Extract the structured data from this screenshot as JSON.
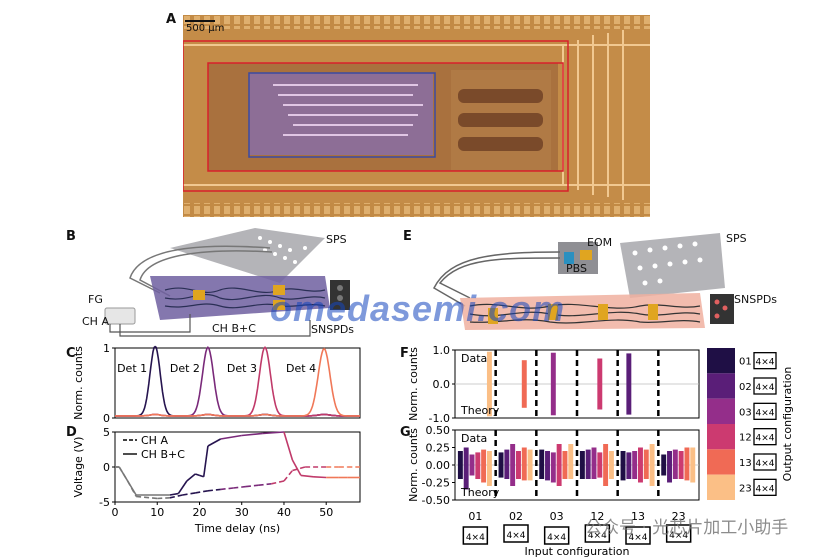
{
  "panels": {
    "A": {
      "label": "A",
      "scalebar": "500 µm"
    },
    "B": {
      "label": "B",
      "sps": "SPS",
      "fg": "FG",
      "cha": "CH A",
      "chbc": "CH B+C",
      "snspds": "SNSPDs"
    },
    "C": {
      "label": "C",
      "ylabel": "Norm. counts",
      "dets": [
        "Det 1",
        "Det 2",
        "Det 3",
        "Det 4"
      ]
    },
    "D": {
      "label": "D",
      "ylabel": "Voltage (V)",
      "xlabel": "Time delay (ns)",
      "legend": [
        "CH A",
        "CH B+C"
      ]
    },
    "E": {
      "label": "E",
      "eom": "EOM",
      "pbs": "PBS",
      "sps": "SPS",
      "snspds": "SNSPDs"
    },
    "F": {
      "label": "F",
      "ylabel": "Norm. counts",
      "data": "Data",
      "theory": "Theory"
    },
    "G": {
      "label": "G",
      "ylabel": "Norm. counts",
      "data": "Data",
      "theory": "Theory",
      "xlabel": "Input configuration"
    },
    "colorbar": {
      "label": "Output configuration",
      "box": "4×4"
    }
  },
  "watermark": "omedasemi.com",
  "watermark2": "公众号 · 光芯片加工小助手",
  "chart_data": [
    {
      "type": "line",
      "panel": "C",
      "ylabel": "Norm. counts",
      "ylim": [
        0,
        1
      ],
      "xlim": [
        0,
        58
      ],
      "yticks": [
        0,
        1
      ],
      "series": [
        {
          "name": "Det 1",
          "color": "#26144f",
          "center": 9.5,
          "width": 1.2,
          "peak": 1.0
        },
        {
          "name": "Det 2",
          "color": "#7a2a7a",
          "center": 22,
          "width": 1.3,
          "peak": 0.98
        },
        {
          "name": "Det 3",
          "color": "#c03a6a",
          "center": 35.5,
          "width": 1.3,
          "peak": 0.98
        },
        {
          "name": "Det 4",
          "color": "#f07858",
          "center": 49.5,
          "width": 1.4,
          "peak": 0.96
        }
      ]
    },
    {
      "type": "line",
      "panel": "D",
      "ylabel": "Voltage (V)",
      "xlabel": "Time delay (ns)",
      "ylim": [
        -5,
        5
      ],
      "xlim": [
        0,
        58
      ],
      "yticks": [
        -5,
        0,
        5
      ],
      "xticks": [
        0,
        10,
        20,
        30,
        40,
        50
      ],
      "series": [
        {
          "name": "CH A",
          "style": "dashed",
          "x": [
            0,
            1,
            3,
            5,
            10,
            13,
            16,
            19,
            22,
            25,
            28,
            31,
            34,
            37,
            40,
            42,
            45,
            50,
            53,
            55,
            58
          ],
          "y": [
            0,
            0,
            -2,
            -4.2,
            -4.5,
            -4.4,
            -4,
            -3.7,
            -3.4,
            -3.2,
            -3,
            -2.8,
            -2.6,
            -2.4,
            -2,
            -0.5,
            0,
            0,
            0,
            0,
            0
          ]
        },
        {
          "name": "CH B+C",
          "style": "solid",
          "x": [
            0,
            1,
            3,
            5,
            13,
            15,
            17,
            19,
            20,
            21,
            22,
            25,
            30,
            35,
            40,
            42,
            44,
            47,
            50,
            53,
            55,
            58
          ],
          "y": [
            0,
            0,
            -2,
            -4,
            -4,
            -3.8,
            -2,
            -1,
            -1.2,
            -1.4,
            3,
            4,
            4.5,
            4.8,
            5,
            1,
            -1.2,
            -1.4,
            -1.5,
            -1.5,
            -1.5,
            -1.5
          ]
        }
      ]
    },
    {
      "type": "bar",
      "panel": "F",
      "ylabel": "Norm. counts",
      "ylim": [
        -1.0,
        1.0
      ],
      "yticks": [
        -1.0,
        0.0,
        1.0
      ],
      "categories": [
        "01",
        "02",
        "03",
        "12",
        "13",
        "23"
      ],
      "series": [
        {
          "name": "01",
          "values": [
            0.0,
            0.0,
            0.0,
            0.0,
            0.0,
            0.0
          ],
          "theory": [
            0.0,
            0.0,
            0.0,
            0.0,
            0.0,
            0.0
          ]
        },
        {
          "name": "02",
          "values": [
            0.0,
            0.0,
            0.0,
            0.0,
            0.9,
            0.0
          ],
          "theory": [
            0.0,
            0.0,
            0.0,
            0.0,
            -0.9,
            0.0
          ]
        },
        {
          "name": "03",
          "values": [
            0.0,
            0.0,
            0.92,
            0.0,
            0.0,
            0.0
          ],
          "theory": [
            0.0,
            0.0,
            -0.92,
            0.0,
            0.0,
            0.0
          ]
        },
        {
          "name": "12",
          "values": [
            0.0,
            0.0,
            0.0,
            0.75,
            0.0,
            0.0
          ],
          "theory": [
            0.0,
            0.0,
            0.0,
            -0.75,
            0.0,
            0.0
          ]
        },
        {
          "name": "13",
          "values": [
            0.0,
            0.7,
            0.0,
            0.0,
            0.0,
            0.0
          ],
          "theory": [
            0.0,
            -0.7,
            0.0,
            0.0,
            0.0,
            0.0
          ]
        },
        {
          "name": "23",
          "values": [
            0.95,
            0.0,
            0.0,
            0.0,
            0.0,
            0.0
          ],
          "theory": [
            -0.95,
            0.0,
            0.0,
            0.0,
            0.0,
            0.0
          ]
        }
      ]
    },
    {
      "type": "bar",
      "panel": "G",
      "ylabel": "Norm. counts",
      "xlabel": "Input configuration",
      "ylim": [
        -0.5,
        0.5
      ],
      "yticks": [
        -0.5,
        -0.25,
        0.0,
        0.25,
        0.5
      ],
      "categories": [
        "01",
        "02",
        "03",
        "12",
        "13",
        "23"
      ],
      "series": [
        {
          "name": "01",
          "values": [
            0.2,
            0.18,
            0.22,
            0.2,
            0.2,
            0.15
          ],
          "theory": [
            -0.2,
            -0.18,
            -0.2,
            -0.2,
            -0.22,
            -0.15
          ]
        },
        {
          "name": "02",
          "values": [
            0.25,
            0.22,
            0.2,
            0.22,
            0.18,
            0.2
          ],
          "theory": [
            -0.35,
            -0.2,
            -0.22,
            -0.2,
            -0.2,
            -0.25
          ]
        },
        {
          "name": "03",
          "values": [
            0.15,
            0.3,
            0.18,
            0.25,
            0.2,
            0.22
          ],
          "theory": [
            -0.15,
            -0.3,
            -0.25,
            -0.2,
            -0.2,
            -0.2
          ]
        },
        {
          "name": "12",
          "values": [
            0.18,
            0.2,
            0.3,
            0.18,
            0.25,
            0.2
          ],
          "theory": [
            -0.2,
            -0.2,
            -0.3,
            -0.18,
            -0.25,
            -0.2
          ]
        },
        {
          "name": "13",
          "values": [
            0.22,
            0.25,
            0.2,
            0.3,
            0.22,
            0.25
          ],
          "theory": [
            -0.25,
            -0.22,
            -0.2,
            -0.3,
            -0.2,
            -0.22
          ]
        },
        {
          "name": "23",
          "values": [
            0.2,
            0.22,
            0.3,
            0.2,
            0.3,
            0.25
          ],
          "theory": [
            -0.3,
            -0.22,
            -0.2,
            -0.2,
            -0.3,
            -0.25
          ]
        }
      ]
    }
  ],
  "colors": {
    "outputs": [
      "#1f0f45",
      "#5a1e78",
      "#942e8a",
      "#cc3a70",
      "#f06a55",
      "#fbbf86"
    ],
    "chip_gold": "#c89248",
    "chip_blue": "#3c4aa0",
    "chip_red": "#d8202a"
  }
}
